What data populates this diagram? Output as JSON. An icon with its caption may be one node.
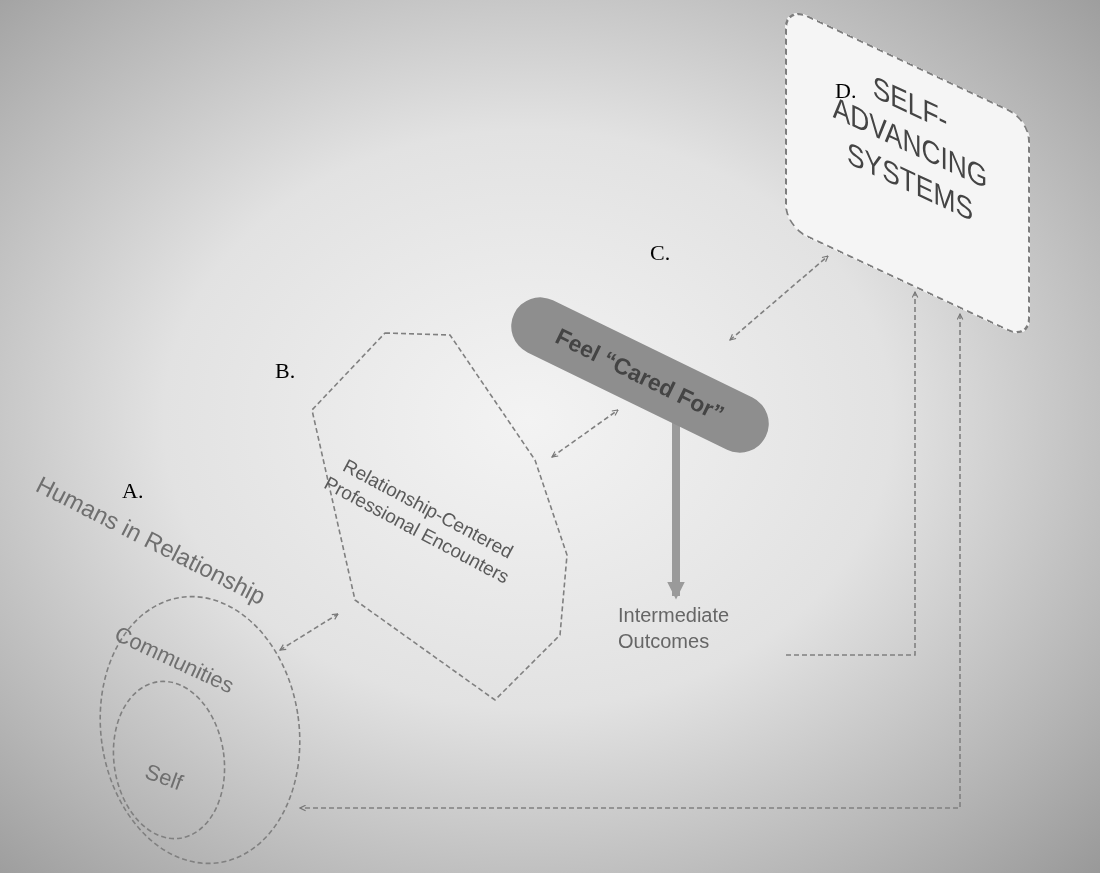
{
  "diagram": {
    "nodes": [
      {
        "text": [
          "Humans in Relationship",
          "Communities"
        ]
      },
      {
        "text": [
          "Self"
        ],
        "in": 0
      },
      {
        "text": [
          "Relationship-Centered Professional Encounters"
        ],
        "beside": [
          "B."
        ]
      },
      {
        "text": [
          "Feel “Cared For”"
        ],
        "beside": [
          "C."
        ]
      },
      {
        "text": [
          "Intermediate Outcomes"
        ]
      },
      {
        "text": [
          "D.",
          "SELF-ADVANCING SYSTEMS"
        ]
      }
    ],
    "edges": [
      {
        "from": 0,
        "to": 2,
        "arrow": "both",
        "style": "dashed"
      },
      {
        "from": 2,
        "to": 3,
        "arrow": "both",
        "style": "dashed"
      },
      {
        "from": 3,
        "to": 5,
        "arrow": "both",
        "style": "dashed"
      },
      {
        "from": 3,
        "to": 4,
        "arrow": "to",
        "style": "thick"
      },
      {
        "from": 4,
        "to": 5,
        "arrow": "to",
        "style": "dashed"
      },
      {
        "from": 5,
        "to": 0,
        "arrow": "both",
        "style": "dashed"
      }
    ],
    "labels": [
      "A."
    ]
  }
}
